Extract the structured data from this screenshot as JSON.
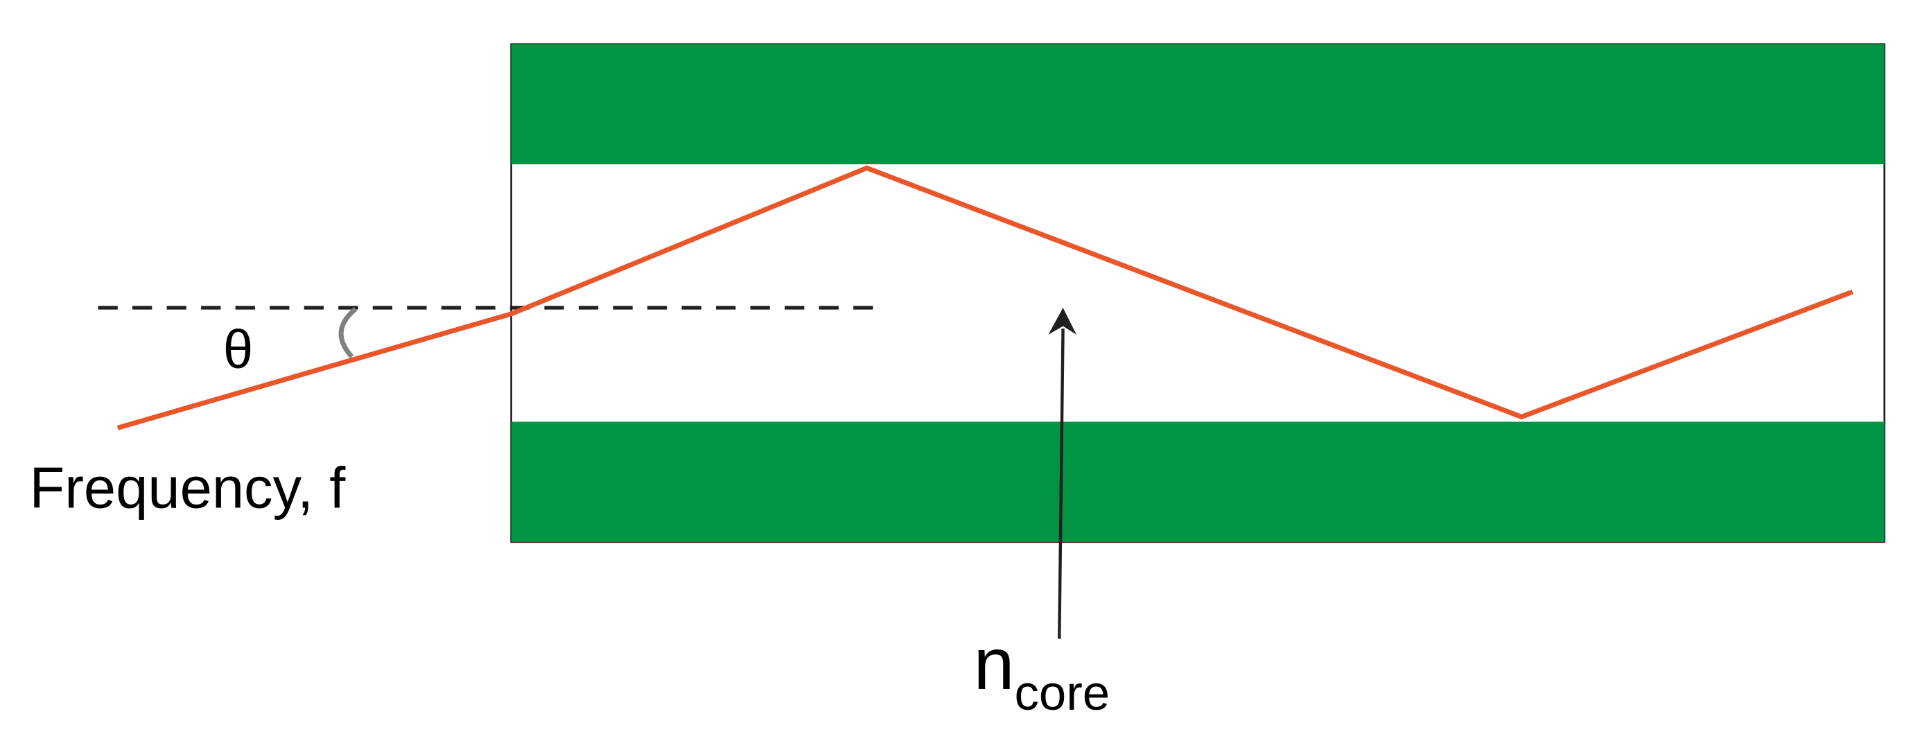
{
  "labels": {
    "theta": "θ",
    "frequency": "Frequency, f",
    "n_main": "n",
    "n_sub": "core"
  },
  "colors": {
    "cladding": "#009444",
    "ray": "#E8562A",
    "outline": "#231F20",
    "angle_arc": "#808080",
    "text": "#000000"
  }
}
